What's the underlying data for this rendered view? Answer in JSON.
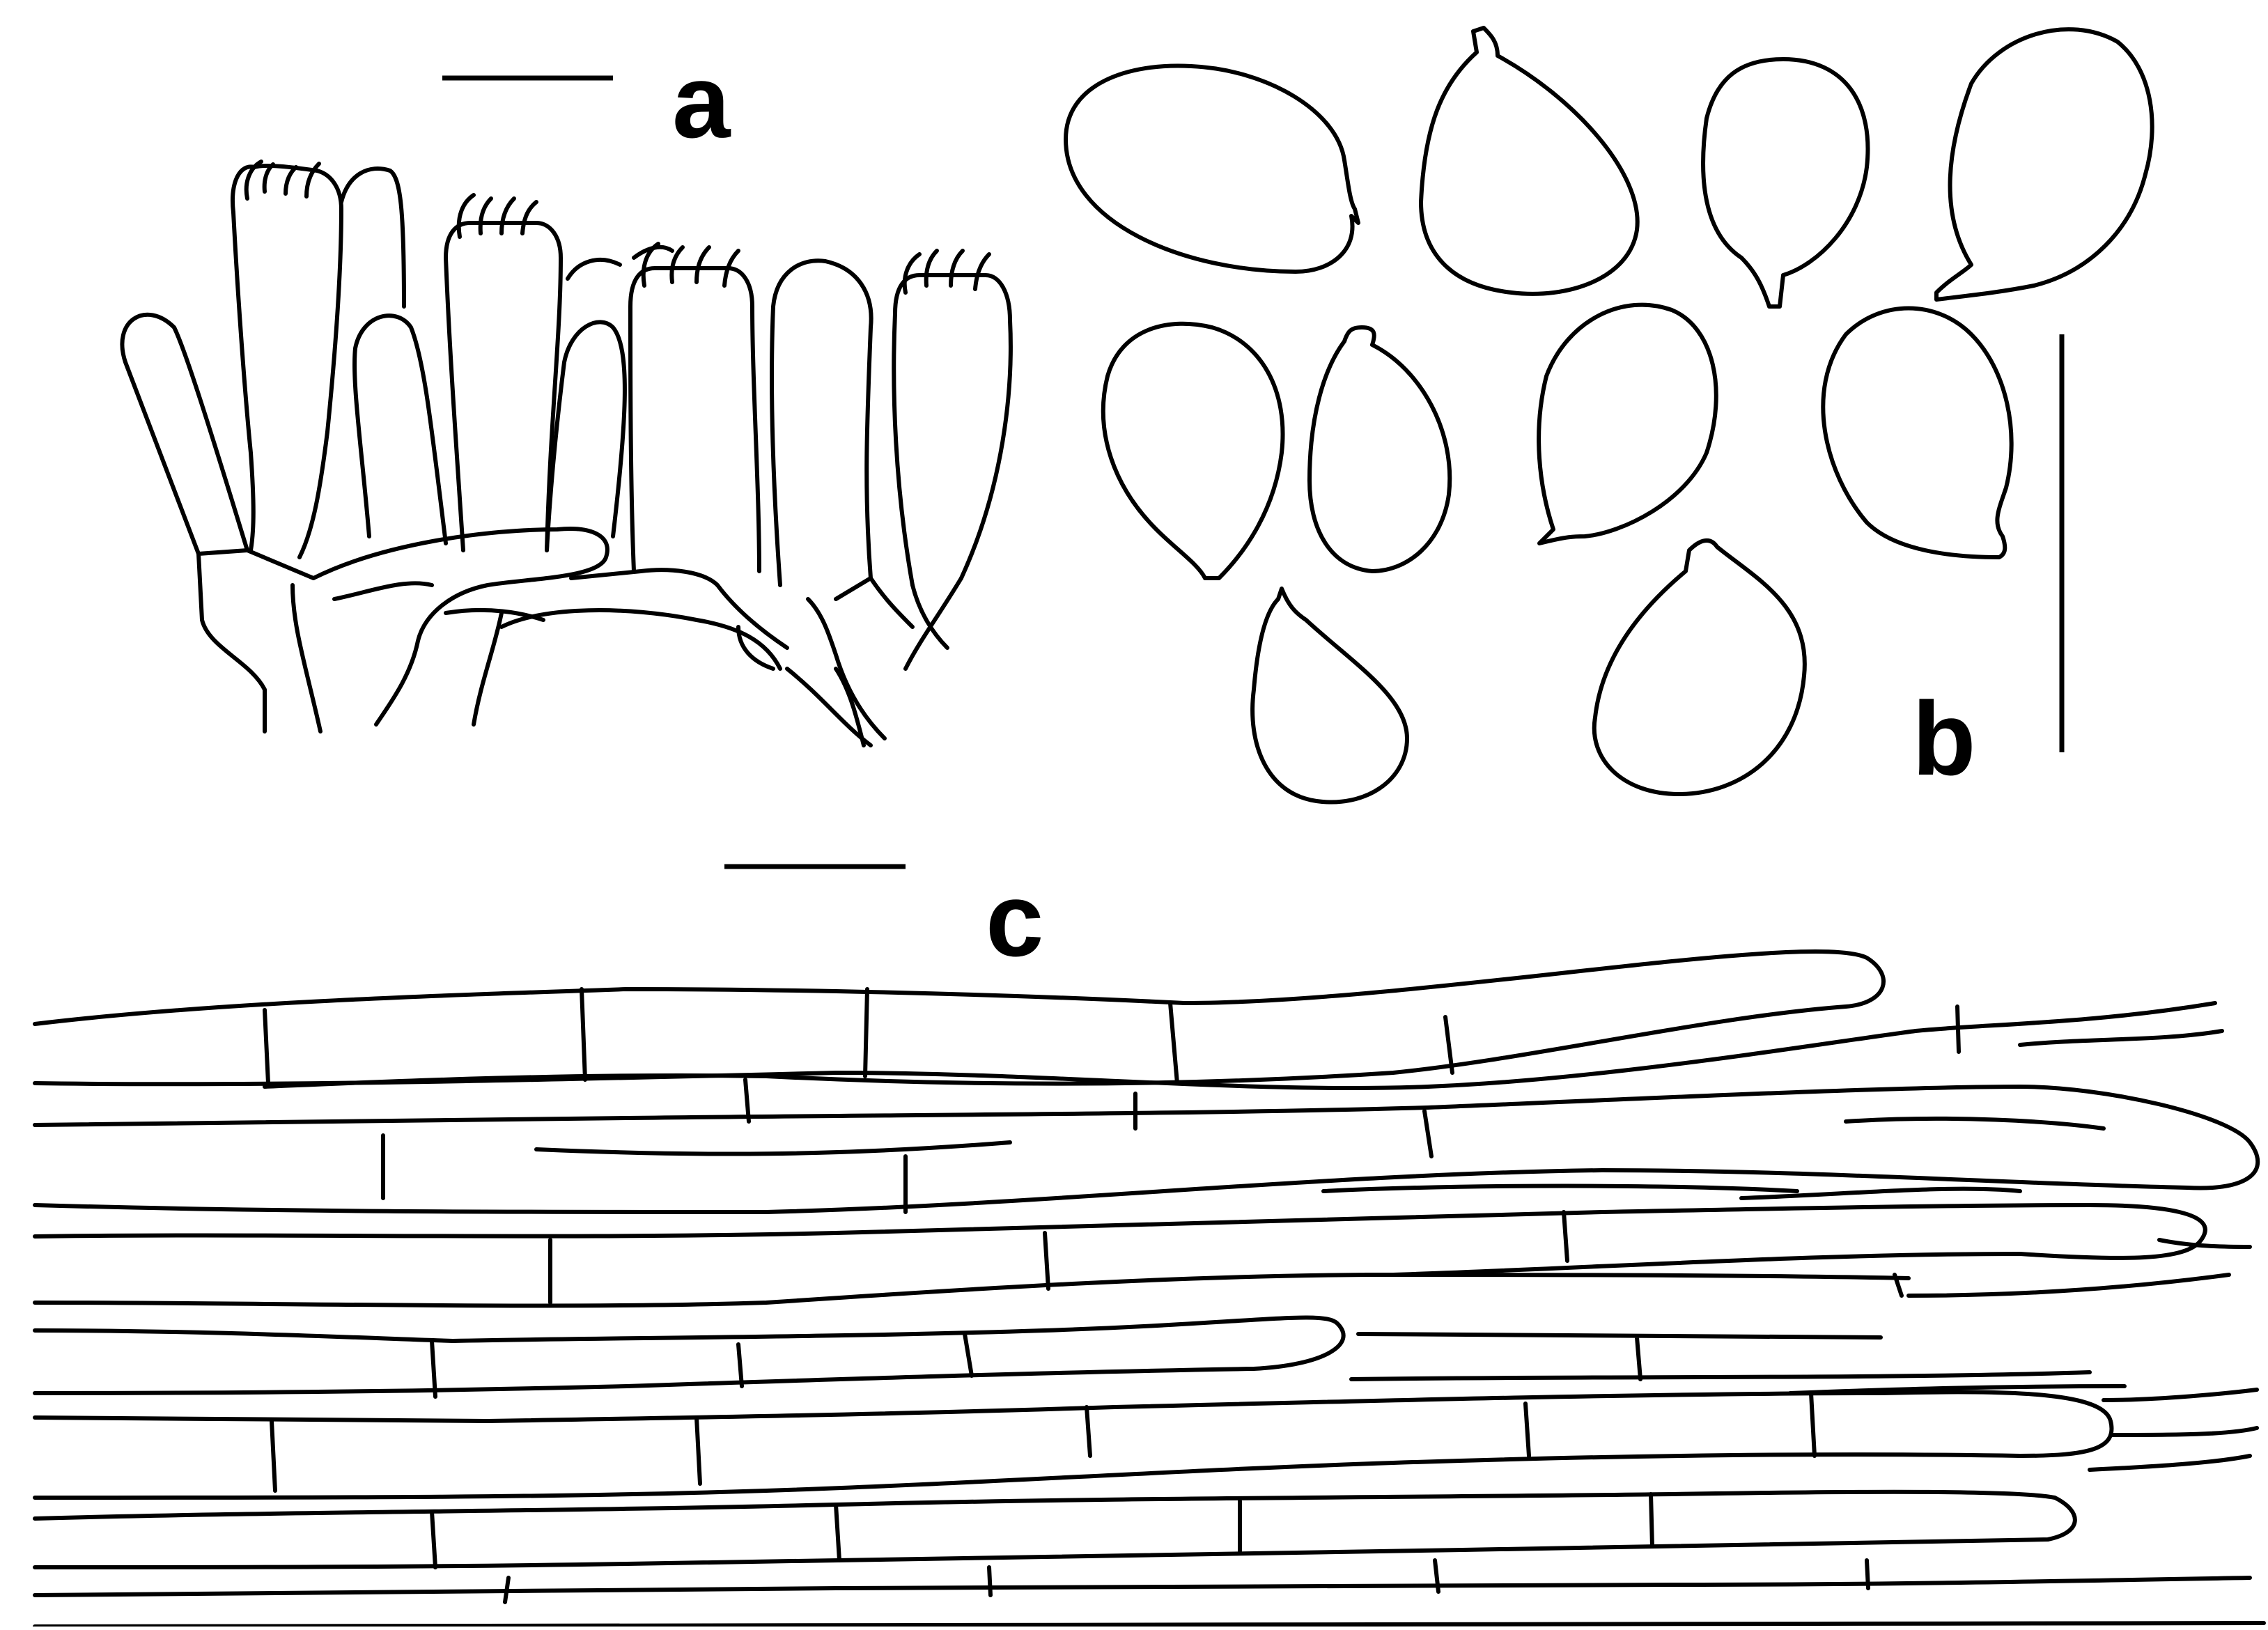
{
  "figure": {
    "panels": [
      {
        "id": "a",
        "label": "a",
        "content": "basidia-and-basidioles"
      },
      {
        "id": "b",
        "label": "b",
        "content": "basidiospores"
      },
      {
        "id": "c",
        "label": "c",
        "content": "hyphae"
      }
    ],
    "colors": {
      "ink": "#000000",
      "background": "#ffffff"
    }
  }
}
